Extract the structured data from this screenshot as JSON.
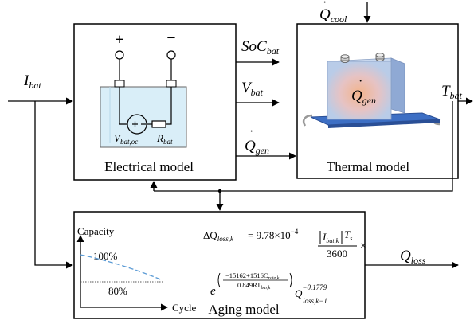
{
  "signals": {
    "q_cool": {
      "main": "Q",
      "sub": "cool"
    },
    "i_bat": {
      "main": "I",
      "sub": "bat"
    },
    "soc_bat": {
      "main": "SoC",
      "sub": "bat"
    },
    "v_bat": {
      "main": "V",
      "sub": "bat"
    },
    "q_gen": {
      "main": "Q",
      "sub": "gen"
    },
    "t_bat": {
      "main": "T",
      "sub": "bat"
    },
    "q_loss": {
      "main": "Q",
      "sub": "loss"
    }
  },
  "electrical_model": {
    "title": "Electrical model",
    "plus": "+",
    "minus": "−",
    "v_oc": {
      "main": "V",
      "sub": "bat,oc"
    },
    "r_bat": {
      "main": "R",
      "sub": "bat"
    }
  },
  "thermal_model": {
    "title": "Thermal model",
    "q_gen": {
      "main": "Q",
      "sub": "gen"
    }
  },
  "aging_model": {
    "title": "Aging model",
    "axis_y": "Capacity",
    "axis_x": "Cycle",
    "level_high": "100%",
    "level_low": "80%",
    "formula": {
      "lhs_delta": "ΔQ",
      "lhs_sub": "loss,k",
      "equals": "= 9.78×10",
      "exp": "−4",
      "num_i": "I",
      "num_i_sub": "bat,k",
      "num_t": "T",
      "num_t_sub": "s",
      "denominator": "3600",
      "times": "×",
      "e": "e",
      "exp_num": "−15162+1516C",
      "exp_num_sub": "rate,k",
      "exp_den": "0.849RT",
      "exp_den_sub": "bar,k",
      "q_main": "Q",
      "q_exp": "−0.1779",
      "q_sub": "loss,k−1"
    }
  },
  "colors": {
    "battery_fill": "#d9eef8",
    "thermal_body": "#b9cce8",
    "thermal_base": "#3d6fc4",
    "heat_glow": "#f2b48c",
    "curve": "#5b9bd5"
  }
}
